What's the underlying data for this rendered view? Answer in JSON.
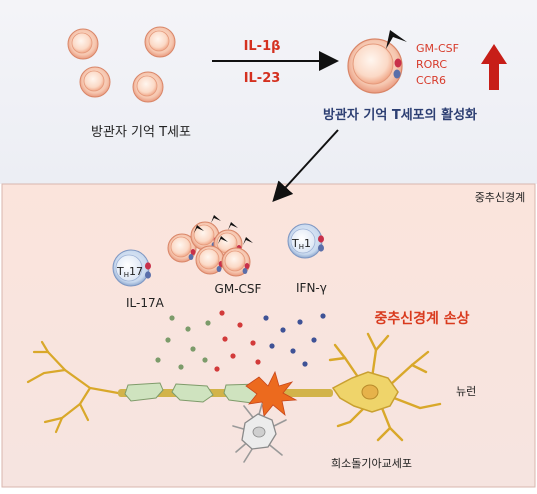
{
  "top": {
    "resting_label": "방관자 기억 T세포",
    "cytokine_1": "IL-1β",
    "cytokine_2": "IL-23",
    "markers": [
      "GM-CSF",
      "RORC",
      "CCR6"
    ],
    "activation_title": "방관자 기억 T세포의 활성화"
  },
  "bottom": {
    "region_label": "중추신경계",
    "th17_label": "T",
    "th17_sub": "H",
    "th17_num": "17",
    "th1_label": "T",
    "th1_sub": "H",
    "th1_num": "1",
    "il17a": "IL-17A",
    "gmcsf": "GM-CSF",
    "ifng": "IFN-γ",
    "damage_title": "중추신경계 손상",
    "neuron_label": "뉴런",
    "oligo_label": "희소돌기아교세포"
  },
  "colors": {
    "title_blue": "#2d3f73",
    "cytokine_red": "#d4301f",
    "marker_red": "#d73a2a",
    "damage_red": "#d93a1e"
  }
}
